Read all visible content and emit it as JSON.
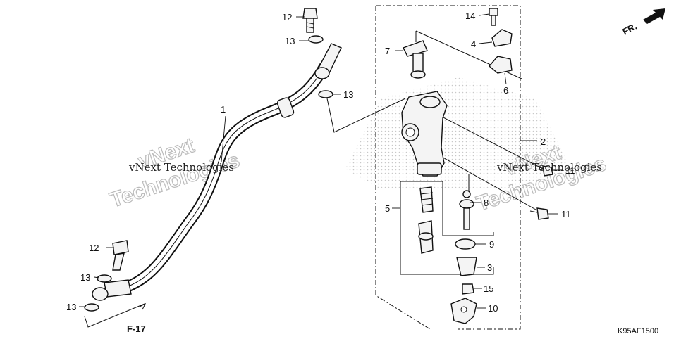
{
  "diagram": {
    "callouts": {
      "c1": "1",
      "c2": "2",
      "c3": "3",
      "c4": "4",
      "c5": "5",
      "c6": "6",
      "c7": "7",
      "c8": "8",
      "c9": "9",
      "c10": "10",
      "c11a": "11",
      "c11b": "11",
      "c12a": "12",
      "c12b": "12",
      "c13a": "13",
      "c13b": "13",
      "c13c": "13",
      "c13d": "13",
      "c14": "14",
      "c15": "15"
    },
    "figure_ref": "F-17",
    "front_marker": "FR.",
    "drawing_code": "K95AF1500",
    "watermark": {
      "line1": "vNext Technologies",
      "line2": "vNext Technologies",
      "stamp1": "vNext",
      "stamp2": "Technologies",
      "stamp3": "vNext",
      "stamp4": "Technologies"
    },
    "colors": {
      "ink": "#111111",
      "watermark": "#bbbbbb",
      "paper": "#ffffff"
    }
  }
}
